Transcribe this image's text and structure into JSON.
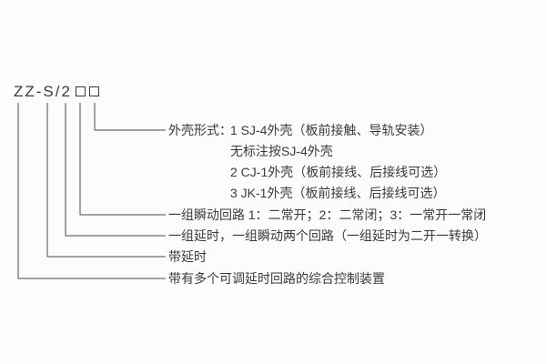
{
  "diagram": {
    "model_code": {
      "prefix": "ZZ-S/2",
      "placeholders": [
        "□",
        "□"
      ]
    },
    "line_color": "#4a4a4a",
    "text_color": "#3a3a3a",
    "annotations": [
      {
        "id": "shell-type-label",
        "text": "外壳形式："
      },
      {
        "id": "shell-type-option-1",
        "text": "1  SJ-4外壳（板前接触、导轨安装）"
      },
      {
        "id": "shell-type-default",
        "text": "无标注按SJ-4外壳"
      },
      {
        "id": "shell-type-option-2",
        "text": "2  CJ-1外壳（板前接线、后接线可选）"
      },
      {
        "id": "shell-type-option-3",
        "text": "3  JK-1外壳（板前接线、后接线可选）"
      },
      {
        "id": "instant-circuit",
        "text": "一组瞬动回路  1：二常开；2：二常闭；3：一常开一常闭"
      },
      {
        "id": "delay-instant",
        "text": "一组延时，一组瞬动两个回路（一组延时为二开一转换）"
      },
      {
        "id": "with-delay",
        "text": "带延时"
      },
      {
        "id": "device-description",
        "text": "带有多个可调延时回路的综合控制装置"
      }
    ]
  }
}
